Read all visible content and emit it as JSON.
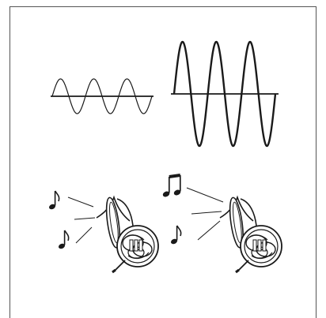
{
  "panel": {
    "border_color": "#555555",
    "stroke_color": "#1a1a1a"
  },
  "waves": [
    {
      "name": "quiet-wave",
      "cycles": 3,
      "amplitude_level": 1
    },
    {
      "name": "loud-wave",
      "cycles": 3,
      "amplitude_level": 3
    }
  ],
  "groups": [
    {
      "name": "quiet-horn-group",
      "instrument_icon": "french-horn-icon",
      "note_icons": [
        "eighth-note-icon",
        "eighth-note-icon"
      ],
      "sound_lines": 3
    },
    {
      "name": "loud-horn-group",
      "instrument_icon": "french-horn-icon",
      "note_icons": [
        "beamed-eighth-notes-icon",
        "eighth-note-icon"
      ],
      "sound_lines": 3
    }
  ]
}
